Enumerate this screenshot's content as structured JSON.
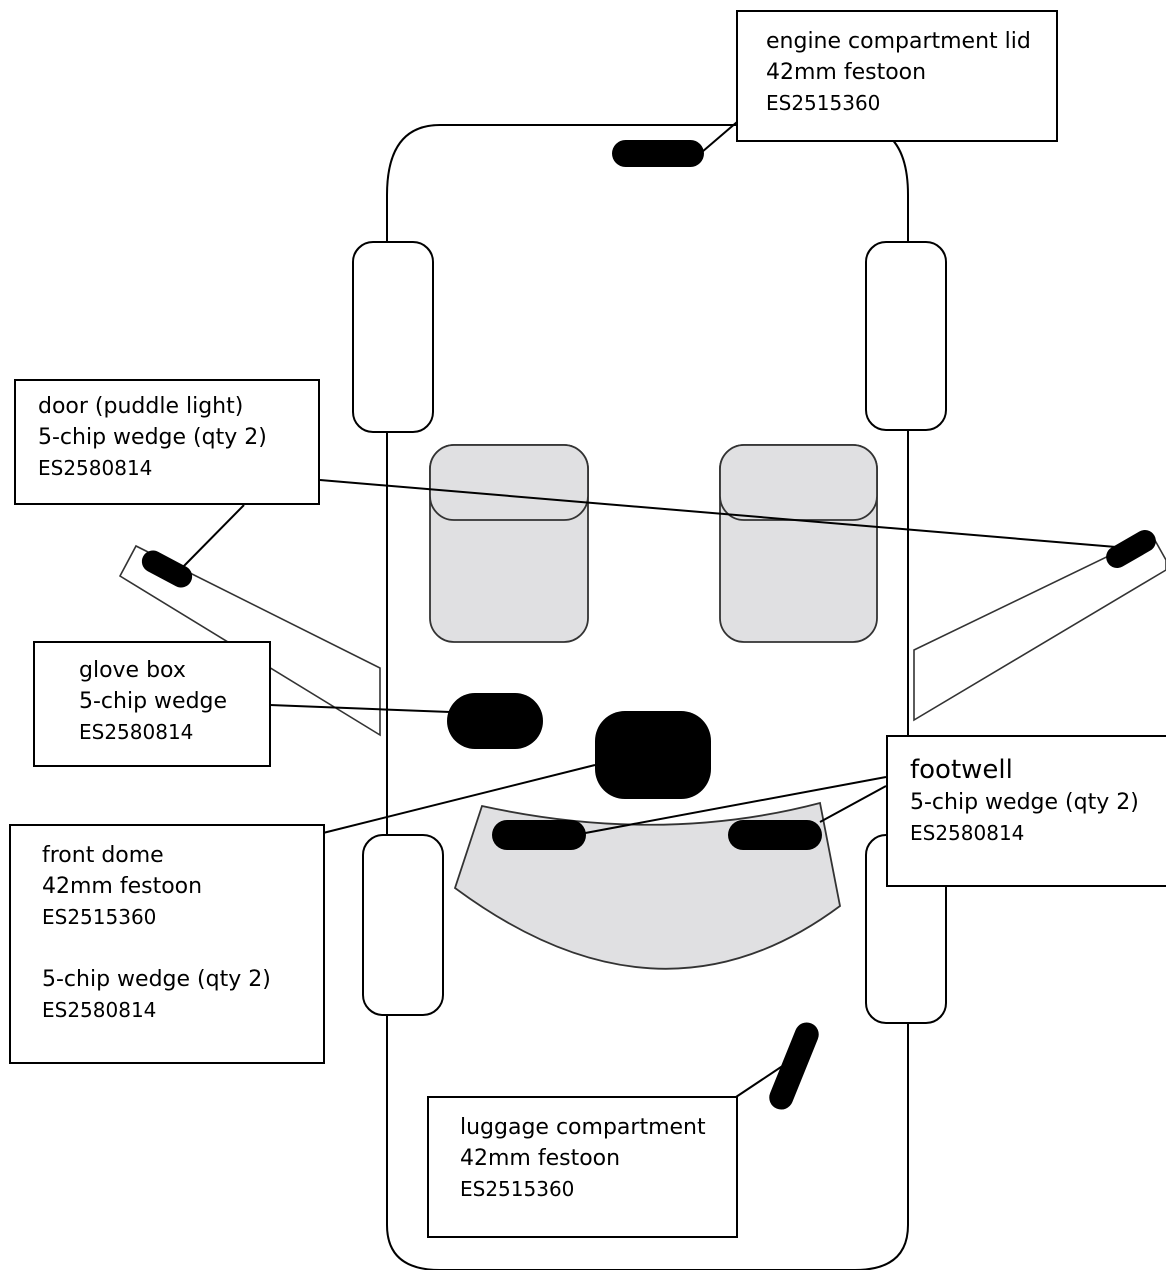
{
  "callouts": {
    "engine_lid": {
      "title": "engine compartment lid",
      "bulb": "42mm festoon",
      "part": "ES2515360"
    },
    "door": {
      "title": "door (puddle light)",
      "bulb": "5-chip wedge (qty 2)",
      "part": "ES2580814"
    },
    "glove_box": {
      "title": "glove box",
      "bulb": "5-chip wedge",
      "part": "ES2580814"
    },
    "front_dome": {
      "title": "front dome",
      "bulb": "42mm festoon",
      "part": "ES2515360",
      "bulb2": "5-chip wedge (qty 2)",
      "part2": "ES2580814"
    },
    "footwell": {
      "title": "footwell",
      "bulb": "5-chip wedge (qty 2)",
      "part": "ES2580814"
    },
    "luggage": {
      "title": "luggage compartment",
      "bulb": "42mm festoon",
      "part": "ES2515360"
    }
  },
  "colors": {
    "seat_fill": "#e0e0e2",
    "bulb": "#000000",
    "outline": "#000000"
  }
}
